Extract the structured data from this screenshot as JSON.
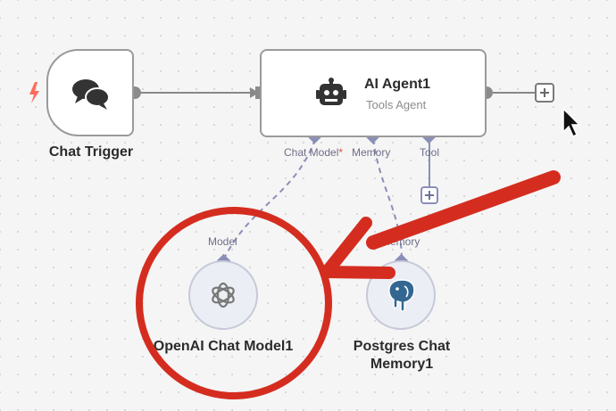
{
  "canvas": {
    "nodes": {
      "chat_trigger": {
        "label": "Chat Trigger",
        "icon": "chat-bubbles-icon"
      },
      "ai_agent": {
        "title": "AI Agent1",
        "subtitle": "Tools Agent",
        "icon": "robot-icon"
      },
      "openai_model": {
        "label": "OpenAI Chat Model1",
        "icon": "openai-icon"
      },
      "postgres_memory": {
        "label_line1": "Postgres Chat",
        "label_line2": "Memory1",
        "icon": "postgres-elephant-icon"
      }
    },
    "ports": {
      "chat_model": "Chat Model",
      "chat_model_required": "*",
      "memory": "Memory",
      "tool": "Tool",
      "model_input": "Model",
      "memory_input": "Memory"
    }
  },
  "colors": {
    "node_border": "#9a9a9a",
    "port_diamond": "#8a8fb8",
    "annotation_red": "#d42d20",
    "trigger_bolt": "#ff6d5a"
  }
}
